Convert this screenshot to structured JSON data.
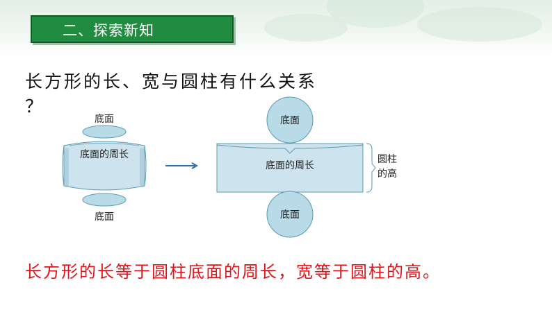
{
  "section_title": "二、探索新知",
  "question_line1": "长方形的长、宽与圆柱有什么关系",
  "question_line2": "？",
  "diagram": {
    "top_base_label": "底面",
    "circumference_label": "底面的周长",
    "bottom_base_label": "底面",
    "rect_top_circle_label": "底面",
    "rect_label": "底面的周长",
    "rect_bottom_circle_label": "底面",
    "height_label_line1": "圆柱",
    "height_label_line2": "的高"
  },
  "answer": "长方形的长等于圆柱底面的周长，宽等于圆柱的高。",
  "colors": {
    "title_bg": "#1f8c3f",
    "answer_text": "#e0141a",
    "shape_fill": "#b9dbe8",
    "shape_stroke": "#5a9ab0"
  }
}
